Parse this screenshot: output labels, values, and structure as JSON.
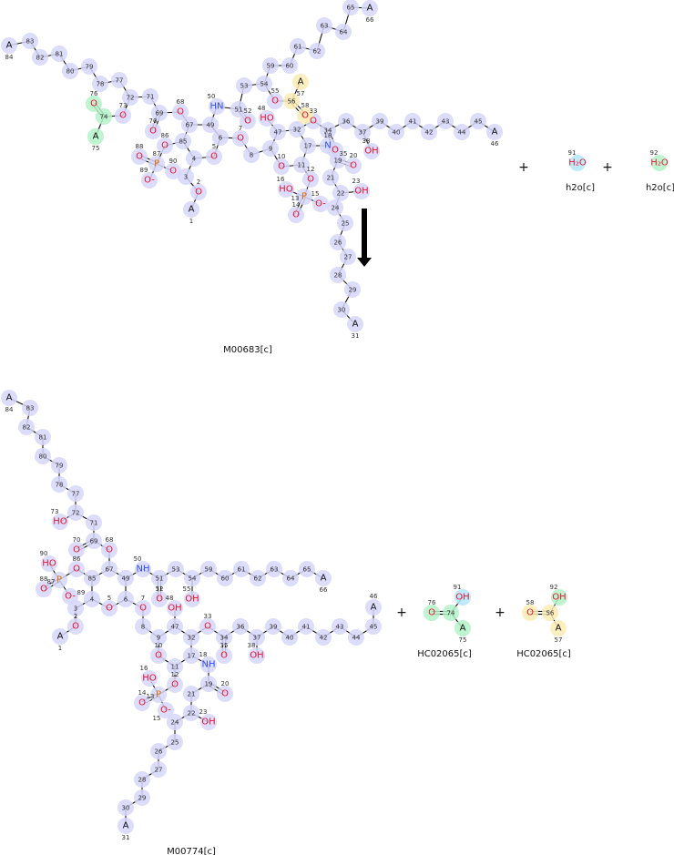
{
  "colors": {
    "atom_bg": "#d6d6fa",
    "green": "#b4f2c8",
    "yellow": "#fbecb4",
    "cyan": "#b4e6fa",
    "O": "#e8132e",
    "N": "#3050f8",
    "P": "#e07000",
    "A": "#111111",
    "bond": "#111111"
  },
  "reaction": {
    "plus": "+"
  },
  "molecules": [
    {
      "id": "M00683",
      "label": "M00683[c]",
      "atoms": {
        "1": "A",
        "2": "O",
        "3": "",
        "4": "",
        "5": "O",
        "6": "",
        "7": "O",
        "8": "",
        "9": "",
        "10": "O",
        "11": "",
        "12": "O",
        "13": "P",
        "14": "O",
        "15": "O-",
        "16": "HO",
        "17": "",
        "18": "N",
        "19": "",
        "20": "O",
        "21": "",
        "22": "",
        "23": "OH",
        "24": "",
        "25": "",
        "26": "",
        "27": "",
        "28": "",
        "29": "",
        "30": "",
        "31": "A",
        "32": "",
        "33": "O",
        "34": "",
        "35": "O",
        "36": "",
        "37": "",
        "38": "OH",
        "39": "",
        "40": "",
        "41": "",
        "42": "",
        "43": "",
        "44": "",
        "45": "",
        "46": "A",
        "47": "",
        "48": "HO",
        "49": "",
        "50": "HN",
        "51": "",
        "52": "O",
        "53": "",
        "54": "",
        "55": "O",
        "56": "",
        "57": "A",
        "58": "O",
        "59": "",
        "60": "",
        "61": "",
        "62": "",
        "63": "",
        "64": "",
        "65": "",
        "66": "A",
        "67": "",
        "68": "O",
        "69": "",
        "70": "O",
        "71": "",
        "72": "",
        "73": "O",
        "74": "",
        "75": "A",
        "76": "O",
        "77": "",
        "78": "",
        "79": "",
        "80": "",
        "81": "",
        "82": "",
        "83": "",
        "84": "A",
        "85": "",
        "86": "O",
        "87": "P",
        "88": "O",
        "89": "O-",
        "90": "O"
      }
    },
    {
      "id": "h2o-1",
      "label": "h2o[c]",
      "atoms": {
        "91": "H₂O"
      }
    },
    {
      "id": "h2o-2",
      "label": "h2o[c]",
      "atoms": {
        "92": "H₂O"
      }
    },
    {
      "id": "M00774",
      "label": "M00774[c]",
      "atoms": {
        "1": "A",
        "2": "O",
        "3": "",
        "4": "",
        "5": "O",
        "6": "",
        "7": "O",
        "8": "",
        "9": "",
        "10": "O",
        "11": "",
        "12": "O",
        "13": "P",
        "14": "O",
        "15": "O-",
        "16": "HO",
        "17": "",
        "18": "NH",
        "19": "",
        "20": "O",
        "21": "",
        "22": "",
        "23": "OH",
        "24": "",
        "25": "",
        "26": "",
        "27": "",
        "28": "",
        "29": "",
        "30": "",
        "31": "A",
        "32": "",
        "33": "O",
        "34": "",
        "35": "O",
        "36": "",
        "37": "",
        "38": "OH",
        "39": "",
        "40": "",
        "41": "",
        "42": "",
        "43": "",
        "44": "",
        "45": "",
        "46": "A",
        "47": "",
        "48": "OH",
        "49": "",
        "50": "NH",
        "51": "",
        "52": "O",
        "53": "",
        "54": "",
        "55": "OH",
        "59": "",
        "60": "",
        "61": "",
        "62": "",
        "63": "",
        "64": "",
        "65": "",
        "66": "A",
        "67": "",
        "68": "O",
        "69": "",
        "70": "O",
        "71": "",
        "72": "",
        "73": "HO",
        "77": "",
        "78": "",
        "79": "",
        "80": "",
        "81": "",
        "82": "",
        "83": "",
        "84": "A",
        "85": "",
        "86": "O",
        "87": "P",
        "88": "O",
        "89": "O-",
        "90": "HO"
      }
    },
    {
      "id": "HC02065-1",
      "label": "HC02065[c]",
      "atoms": {
        "74": "",
        "75": "A",
        "76": "O",
        "91": "OH"
      }
    },
    {
      "id": "HC02065-2",
      "label": "HC02065[c]",
      "atoms": {
        "56": "",
        "57": "A",
        "58": "O",
        "92": "OH"
      }
    }
  ]
}
